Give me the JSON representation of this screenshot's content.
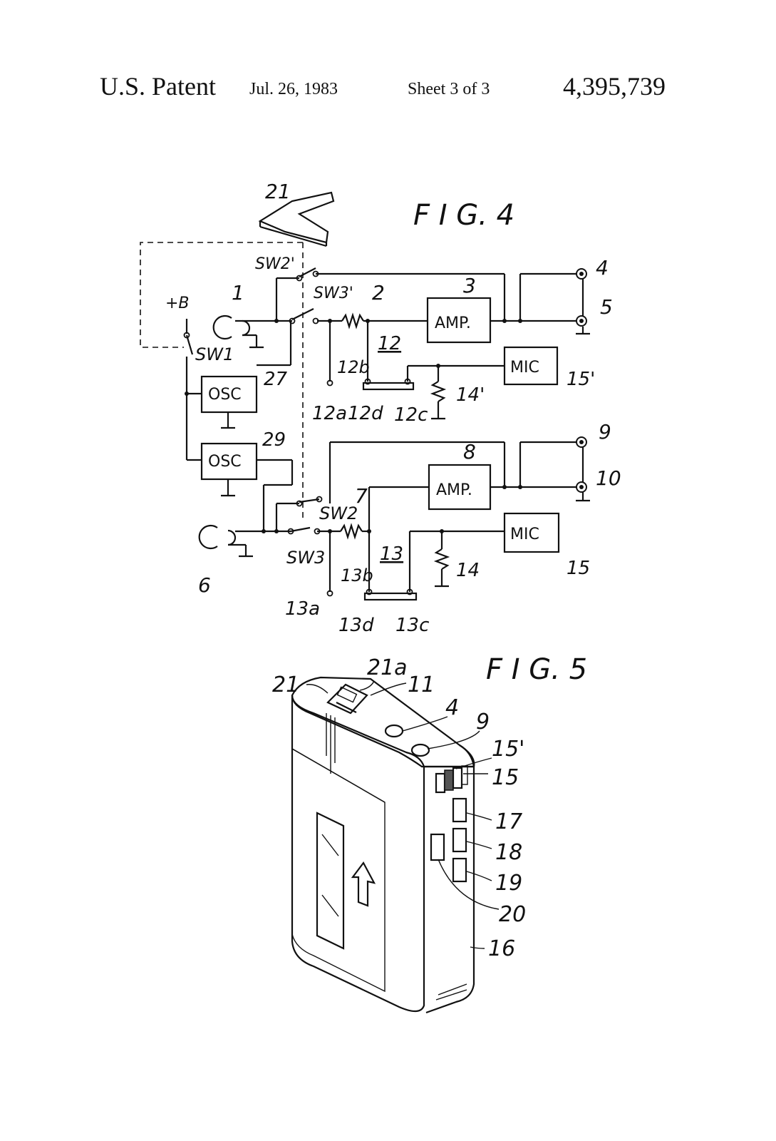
{
  "header": {
    "patent": "U.S. Patent",
    "date": "Jul. 26, 1983",
    "sheet": "Sheet 3 of 3",
    "number": "4,395,739"
  },
  "fig4": {
    "title": "F I G.   4",
    "boxes": {
      "amp_top": "AMP.",
      "amp_bot": "AMP.",
      "mic_top": "MIC",
      "mic_bot": "MIC",
      "osc_top": "OSC",
      "osc_bot": "OSC"
    },
    "labels": {
      "l21": "21",
      "sw2p": "SW2'",
      "sw3p": "SW3'",
      "plusB": "+B",
      "l1": "1",
      "l2": "2",
      "l3": "3",
      "l4": "4",
      "l5": "5",
      "sw1": "SW1",
      "l12": "12",
      "l12b": "12b",
      "l27": "27",
      "mic15p": "15'",
      "l14p": "14'",
      "l12a": "12a",
      "l12d": "12d",
      "l12c": "12c",
      "l29": "29",
      "l9": "9",
      "l8": "8",
      "l10": "10",
      "l7": "7",
      "sw2": "SW2",
      "sw3": "SW3",
      "l6": "6",
      "l13": "13",
      "l13b": "13b",
      "l14": "14",
      "l15": "15",
      "l13a": "13a",
      "l13d": "13d",
      "l13c": "13c"
    }
  },
  "fig5": {
    "title": "F I G.   5",
    "labels": {
      "l21": "21",
      "l21a": "21a",
      "l11": "11",
      "l4": "4",
      "l9": "9",
      "l15p": "15'",
      "l15": "15",
      "l17": "17",
      "l18": "18",
      "l19": "19",
      "l20": "20",
      "l16": "16"
    }
  }
}
